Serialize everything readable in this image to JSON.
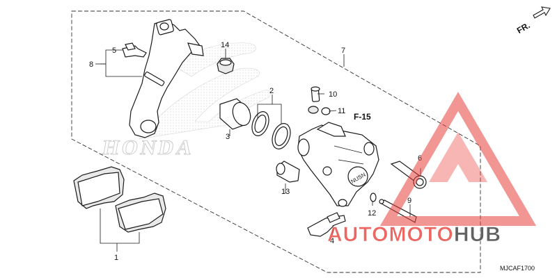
{
  "callouts": {
    "c1": "1",
    "c2": "2",
    "c3": "3",
    "c4": "4",
    "c5": "5",
    "c6": "6",
    "c7": "7",
    "c8": "8",
    "c9": "9",
    "c10": "10",
    "c11": "11",
    "c12": "12",
    "c13": "13",
    "c14": "14"
  },
  "section_ref": "F-15",
  "direction_label": "FR.",
  "diagram_code": "MJCAF1700",
  "background_mark_text": "HONDA",
  "caliper_mark_text": "NUSN",
  "watermark": {
    "part1": "AUTOMOTO",
    "part2": "HUB",
    "color_red": "#e8413c",
    "color_dark": "#3a3a3a"
  }
}
